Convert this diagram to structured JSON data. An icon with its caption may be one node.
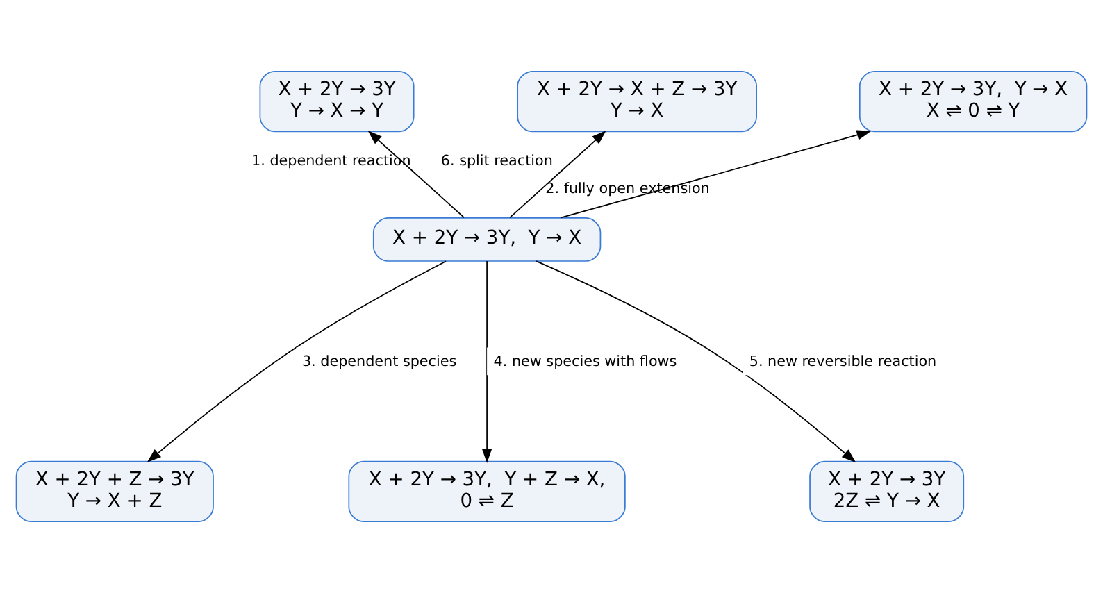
{
  "diagram": {
    "nodes": [
      {
        "text": [
          "X + 2Y → 3Y,  Y → X"
        ]
      },
      {
        "text": [
          "X + 2Y → X + Z → 3Y",
          "Y → X"
        ]
      },
      {
        "text": [
          "X + 2Y → 3Y",
          "Y → X → Y"
        ]
      },
      {
        "text": [
          "X + 2Y → 3Y,  Y → X",
          "X ⇌ 0 ⇌ Y"
        ]
      },
      {
        "text": [
          "X + 2Y + Z → 3Y",
          "Y → X + Z"
        ]
      },
      {
        "text": [
          "X + 2Y → 3Y,  Y + Z → X,",
          "0 ⇌ Z"
        ]
      },
      {
        "text": [
          "X + 2Y → 3Y",
          "2Z ⇌ Y → X"
        ]
      }
    ],
    "edges": [
      {
        "from": 0,
        "to": 2,
        "arrow": "to",
        "label": "1. dependent reaction"
      },
      {
        "from": 0,
        "to": 3,
        "arrow": "to",
        "label": "2. fully open extension"
      },
      {
        "from": 0,
        "to": 4,
        "arrow": "to",
        "label": "3. dependent species"
      },
      {
        "from": 0,
        "to": 5,
        "arrow": "to",
        "label": "4. new species with flows"
      },
      {
        "from": 0,
        "to": 6,
        "arrow": "to",
        "label": "5. new reversible reaction"
      },
      {
        "from": 0,
        "to": 1,
        "arrow": "to",
        "label": "6. split reaction"
      }
    ]
  }
}
